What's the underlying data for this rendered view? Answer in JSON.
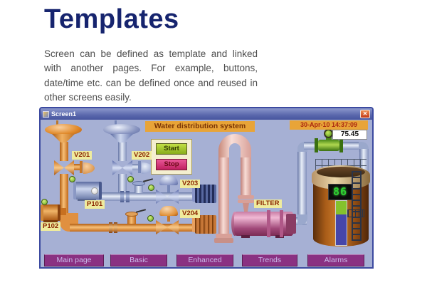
{
  "page": {
    "title": "Templates",
    "description": "Screen can be defined as template and linked with another pages. For example, buttons, date/time etc. can be defined once and reused in other screens easily."
  },
  "window": {
    "title": "Screen1",
    "icons": {
      "close": "✕"
    },
    "header": "Water distribution system",
    "datetime": "30-Apr-10 14:37:09",
    "flow_value": "75.45",
    "controls": {
      "start": "Start",
      "stop": "Stop"
    },
    "equipment_labels": {
      "v201": "V201",
      "v202": "V202",
      "v203": "V203",
      "v204": "V204",
      "p101": "P101",
      "p102": "P102",
      "filter": "FILTER"
    },
    "tank": {
      "level_display": "86"
    },
    "nav_buttons": [
      {
        "label": "Main page"
      },
      {
        "label": "Basic"
      },
      {
        "label": "Enhanced"
      },
      {
        "label": "Trends"
      },
      {
        "label": "Alarms"
      }
    ],
    "colors": {
      "client_bg": "#a6b0d4",
      "header_bg": "#e8a438",
      "start_green": "#9cc02c",
      "stop_magenta": "#d62e7a",
      "nav_purple": "#8a3182",
      "label_yellow": "#efec9e",
      "tank_brown": "#a85c18",
      "pipe_blue": "#9aa8cc",
      "pipe_orange": "#e09040",
      "display_green": "#2fd032"
    }
  }
}
